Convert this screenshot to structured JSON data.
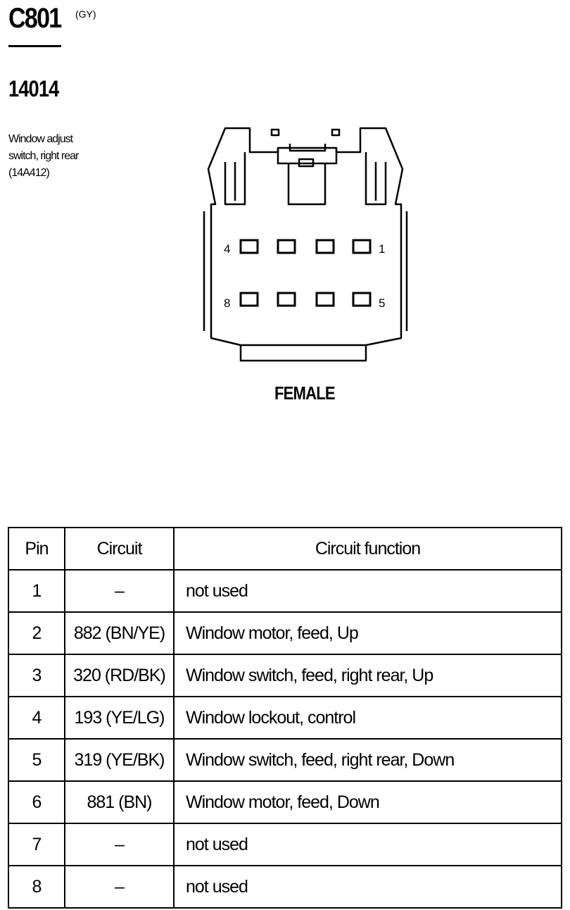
{
  "connector": {
    "id": "C801",
    "color_code": "(GY)",
    "part_number": "14014",
    "description_lines": [
      "Window adjust",
      "switch, right rear",
      "(14A412)"
    ]
  },
  "diagram": {
    "gender_label": "FEMALE",
    "pin_labels": {
      "top_left": "4",
      "top_right": "1",
      "bottom_left": "8",
      "bottom_right": "5"
    }
  },
  "table": {
    "headers": {
      "pin": "Pin",
      "circuit": "Circuit",
      "function": "Circuit function"
    },
    "rows": [
      {
        "pin": "1",
        "circuit": "–",
        "function": "not used"
      },
      {
        "pin": "2",
        "circuit": "882 (BN/YE)",
        "function": "Window motor, feed, Up"
      },
      {
        "pin": "3",
        "circuit": "320 (RD/BK)",
        "function": "Window switch, feed, right rear, Up"
      },
      {
        "pin": "4",
        "circuit": "193 (YE/LG)",
        "function": "Window lockout, control"
      },
      {
        "pin": "5",
        "circuit": "319 (YE/BK)",
        "function": "Window switch, feed, right rear, Down"
      },
      {
        "pin": "6",
        "circuit": "881 (BN)",
        "function": "Window motor, feed, Down"
      },
      {
        "pin": "7",
        "circuit": "–",
        "function": "not used"
      },
      {
        "pin": "8",
        "circuit": "–",
        "function": "not used"
      }
    ]
  }
}
